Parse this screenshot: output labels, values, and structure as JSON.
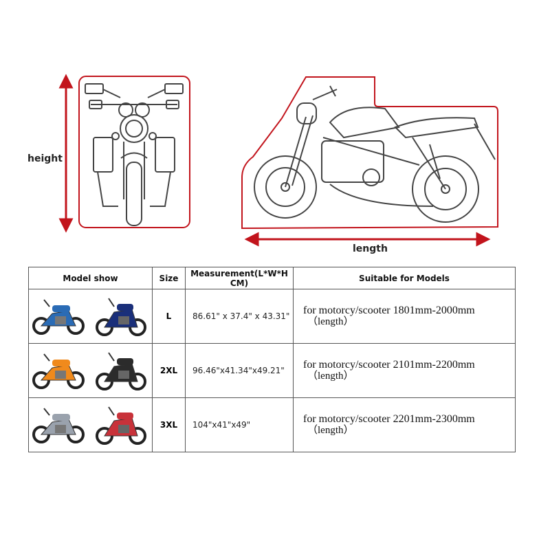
{
  "diagram": {
    "height_label": "height",
    "length_label": "length",
    "accent_color": "#c2141c"
  },
  "table": {
    "headers": {
      "model": "Model show",
      "size": "Size",
      "measurement": "Measurement(L*W*H CM)",
      "suitable": "Suitable for Models"
    },
    "rows": [
      {
        "size": "L",
        "measurement": "86.61\" x 37.4\" x 43.31\"",
        "suitable": "for motorcy/scooter 1801mm-2000mm",
        "suitable_sub": "（length）",
        "colors": [
          "#2a6bb5",
          "#1a2f7a"
        ]
      },
      {
        "size": "2XL",
        "measurement": "96.46\"x41.34\"x49.21\"",
        "suitable": "for motorcy/scooter 2101mm-2200mm",
        "suitable_sub": "（length）",
        "colors": [
          "#f08a1c",
          "#2b2b2b"
        ]
      },
      {
        "size": "3XL",
        "measurement": "104\"x41\"x49\"",
        "suitable": "for motorcy/scooter 2201mm-2300mm",
        "suitable_sub": "（length）",
        "colors": [
          "#9aa2ad",
          "#c8323a"
        ]
      }
    ]
  }
}
